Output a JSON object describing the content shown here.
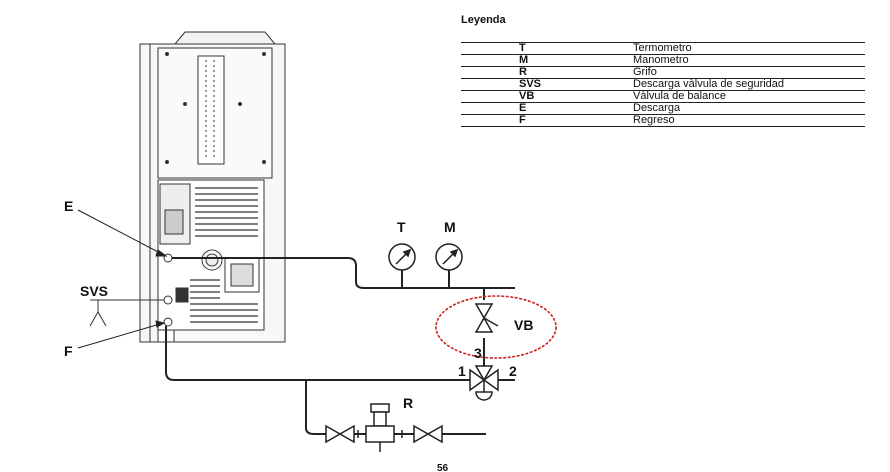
{
  "legend": {
    "title": "Leyenda",
    "rows": [
      {
        "code": "T",
        "description": "Termometro"
      },
      {
        "code": "M",
        "description": "Manometro"
      },
      {
        "code": "R",
        "description": "Grifo"
      },
      {
        "code": "SVS",
        "description": "Descarga vàlvula de seguridad"
      },
      {
        "code": "VB",
        "description": "Vàlvula de balance"
      },
      {
        "code": "E",
        "description": "Descarga"
      },
      {
        "code": "F",
        "description": "Regreso"
      }
    ]
  },
  "labels": {
    "e": "E",
    "svs": "SVS",
    "f": "F",
    "t": "T",
    "m": "M",
    "vb": "VB",
    "r": "R",
    "port1": "1",
    "port2": "2",
    "port3": "3",
    "page_number": "56"
  },
  "colors": {
    "line": "#222222",
    "highlight": "#cc2222"
  }
}
